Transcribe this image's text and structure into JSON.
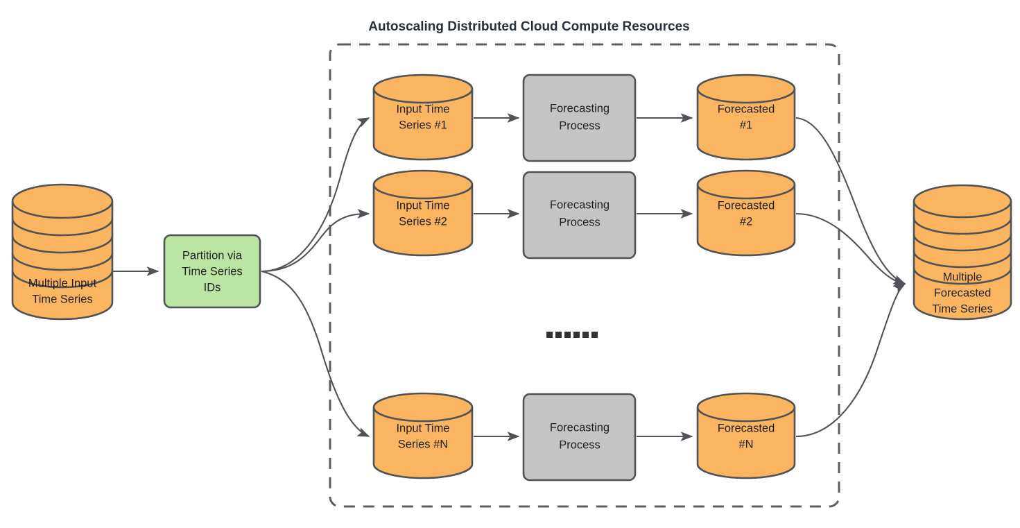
{
  "diagram": {
    "type": "flow-diagram",
    "title": "Autoscaling Distributed Cloud Compute Resources",
    "colors": {
      "cylinder_fill": "#fbb45f",
      "process_fill": "#c4c4c4",
      "partition_fill": "#bbe5a2",
      "stroke": "#4f5256",
      "text": "#1f1f1f",
      "group_border": "#5a5d61",
      "background": "#ffffff"
    },
    "input": {
      "label_line1": "Multiple Input",
      "label_line2": "Time Series",
      "shape": "stacked-cylinder"
    },
    "partition": {
      "label_line1": "Partition via",
      "label_line2": "Time Series",
      "label_line3": "IDs",
      "shape": "rounded-rectangle"
    },
    "rows": [
      {
        "id": "row-1",
        "source_line1": "Input Time",
        "source_line2": "Series #1",
        "process_line1": "Forecasting",
        "process_line2": "Process",
        "result_line1": "Forecasted",
        "result_line2": "#1"
      },
      {
        "id": "row-2",
        "source_line1": "Input Time",
        "source_line2": "Series #2",
        "process_line1": "Forecasting",
        "process_line2": "Process",
        "result_line1": "Forecasted",
        "result_line2": "#2"
      },
      {
        "id": "row-n",
        "source_line1": "Input Time",
        "source_line2": "Series #N",
        "process_line1": "Forecasting",
        "process_line2": "Process",
        "result_line1": "Forecasted",
        "result_line2": "#N"
      }
    ],
    "ellipsis": {
      "label": "......",
      "dot_count": 6
    },
    "output": {
      "label_line1": "Multiple",
      "label_line2": "Forecasted",
      "label_line3": "Time Series",
      "shape": "stacked-cylinder"
    }
  }
}
